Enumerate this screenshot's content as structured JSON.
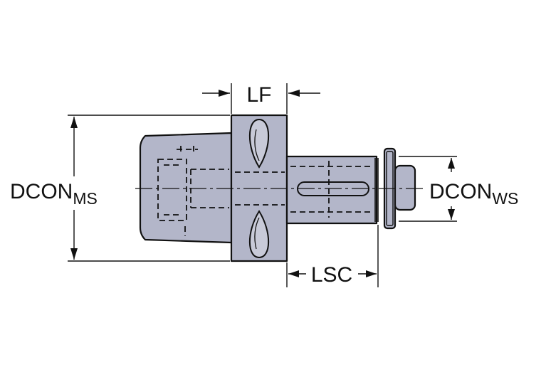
{
  "labels": {
    "lf": "LF",
    "lsc": "LSC",
    "dcon_ms_main": "DCON",
    "dcon_ms_sub": "MS",
    "dcon_ws_main": "DCON",
    "dcon_ws_sub": "WS"
  },
  "colors": {
    "body_fill": "#b3b6c9",
    "outline": "#111111",
    "dimension_line": "#111111",
    "background": "#ffffff"
  }
}
